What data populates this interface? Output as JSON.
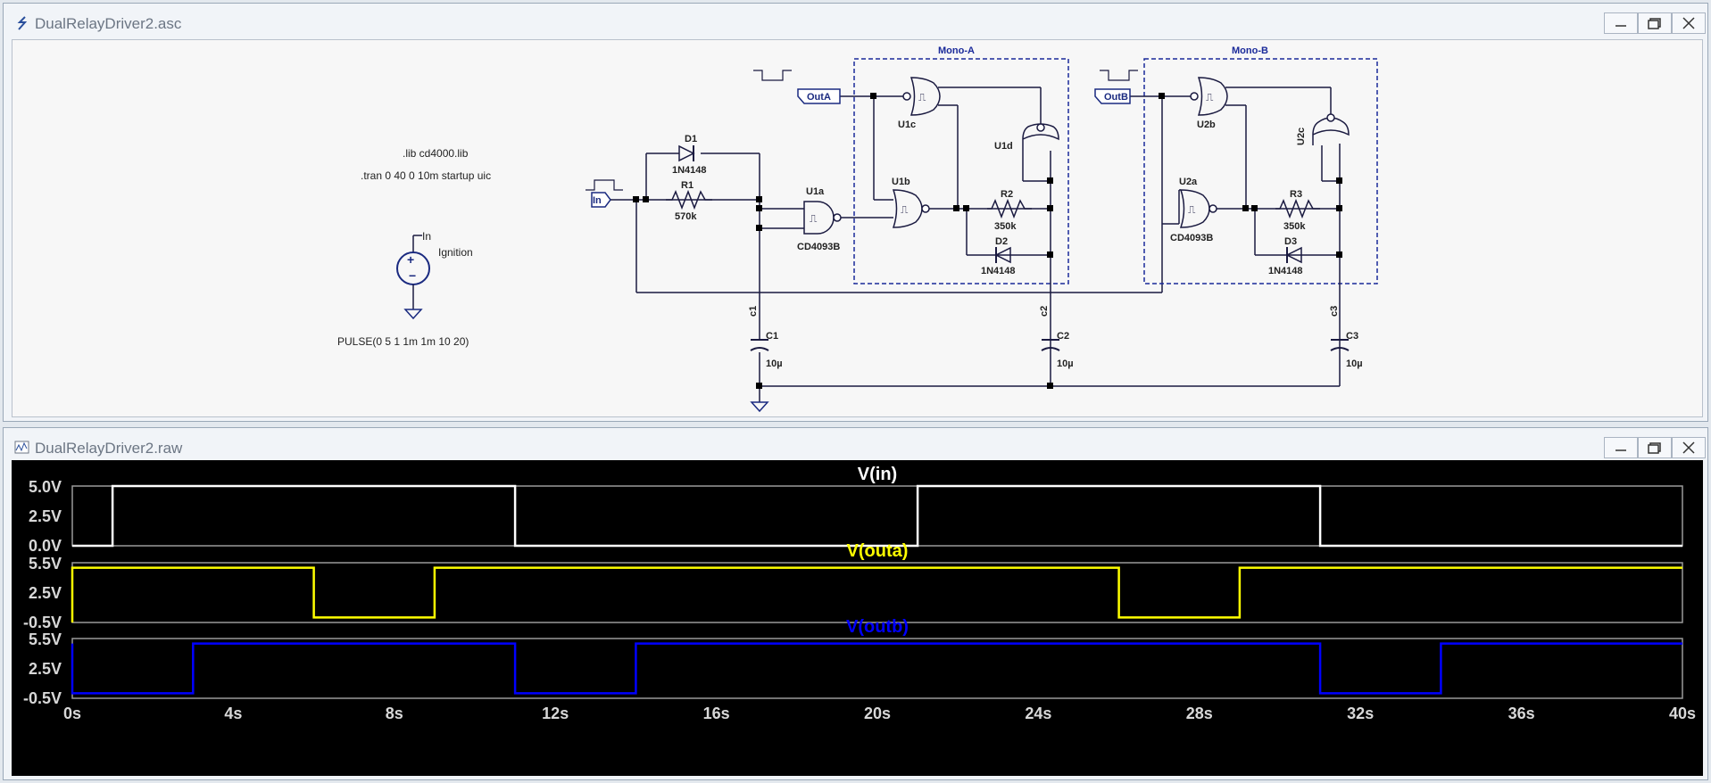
{
  "schematic_window": {
    "title": "DualRelayDriver2.asc",
    "directives": {
      "lib": ".lib cd4000.lib",
      "tran": ".tran 0 40 0 10m startup uic"
    },
    "source": {
      "node": "In",
      "name": "Ignition",
      "value": "PULSE(0 5 1 1m 1m 10 20)"
    },
    "ports": {
      "in": "In",
      "outa": "OutA",
      "outb": "OutB"
    },
    "blocks": {
      "mono_a": "Mono-A",
      "mono_b": "Mono-B"
    },
    "components": {
      "d1": {
        "ref": "D1",
        "value": "1N4148"
      },
      "r1": {
        "ref": "R1",
        "value": "570k"
      },
      "u1a": {
        "ref": "U1a",
        "value": "CD4093B"
      },
      "u1b": {
        "ref": "U1b"
      },
      "u1c": {
        "ref": "U1c"
      },
      "u1d": {
        "ref": "U1d"
      },
      "r2": {
        "ref": "R2",
        "value": "350k"
      },
      "d2": {
        "ref": "D2",
        "value": "1N4148"
      },
      "u2a": {
        "ref": "U2a",
        "value": "CD4093B"
      },
      "u2b": {
        "ref": "U2b"
      },
      "u2c": {
        "ref": "U2c"
      },
      "r3": {
        "ref": "R3",
        "value": "350k"
      },
      "d3": {
        "ref": "D3",
        "value": "1N4148"
      },
      "c1": {
        "ref": "C1",
        "value": "10µ",
        "net": "c1"
      },
      "c2": {
        "ref": "C2",
        "value": "10µ",
        "net": "c2"
      },
      "c3": {
        "ref": "C3",
        "value": "10µ",
        "net": "c3"
      }
    }
  },
  "waveform_window": {
    "title": "DualRelayDriver2.raw",
    "x_ticks": [
      "0s",
      "4s",
      "8s",
      "12s",
      "16s",
      "20s",
      "24s",
      "28s",
      "32s",
      "36s",
      "40s"
    ],
    "panes": [
      {
        "title": "V(in)",
        "color": "#ffffff",
        "y_ticks": [
          "5.0V",
          "2.5V",
          "0.0V"
        ]
      },
      {
        "title": "V(outa)",
        "color": "#ffff00",
        "y_ticks": [
          "5.5V",
          "2.5V",
          "-0.5V"
        ]
      },
      {
        "title": "V(outb)",
        "color": "#0000ff",
        "y_ticks": [
          "5.5V",
          "2.5V",
          "-0.5V"
        ]
      }
    ]
  },
  "chart_data": [
    {
      "type": "line",
      "title": "V(in)",
      "xlabel": "",
      "ylabel": "",
      "xlim": [
        0,
        40
      ],
      "ylim": [
        0,
        5
      ],
      "grid": false,
      "series": [
        {
          "name": "V(in)",
          "color": "#ffffff",
          "x": [
            0,
            1,
            1,
            11,
            11,
            21,
            21,
            31,
            31,
            40
          ],
          "y": [
            0,
            0,
            5,
            5,
            0,
            0,
            5,
            5,
            0,
            0
          ]
        }
      ]
    },
    {
      "type": "line",
      "title": "V(outa)",
      "xlabel": "",
      "ylabel": "",
      "xlim": [
        0,
        40
      ],
      "ylim": [
        -0.5,
        5.5
      ],
      "grid": false,
      "series": [
        {
          "name": "V(outa)",
          "color": "#ffff00",
          "x": [
            0,
            0,
            6,
            6,
            9,
            9,
            26,
            26,
            29,
            29,
            40
          ],
          "y": [
            -0.5,
            5,
            5,
            0,
            0,
            5,
            5,
            0,
            0,
            5,
            5
          ]
        }
      ]
    },
    {
      "type": "line",
      "title": "V(outb)",
      "xlabel": "",
      "ylabel": "",
      "xlim": [
        0,
        40
      ],
      "ylim": [
        -0.5,
        5.5
      ],
      "grid": false,
      "series": [
        {
          "name": "V(outb)",
          "color": "#0000ff",
          "x": [
            0,
            0,
            3,
            3,
            11,
            11,
            14,
            14,
            31,
            31,
            34,
            34,
            40
          ],
          "y": [
            5,
            0,
            0,
            5,
            5,
            0,
            0,
            5,
            5,
            0,
            0,
            5,
            5
          ]
        }
      ]
    }
  ]
}
